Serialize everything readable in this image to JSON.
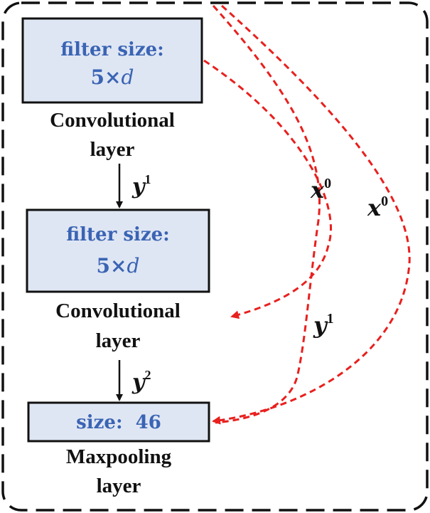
{
  "blocks": {
    "conv1": {
      "label": "filter size:",
      "value": "5×",
      "value_var": "d",
      "caption_line1": "Convolutional",
      "caption_line2": "layer"
    },
    "conv2": {
      "label": "filter size:",
      "value": "5×",
      "value_var": "d",
      "caption_line1": "Convolutional",
      "caption_line2": "layer"
    },
    "pool": {
      "label": "size:  46",
      "caption_line1": "Maxpooling",
      "caption_line2": "layer"
    }
  },
  "arrows": {
    "y1": {
      "base": "y",
      "sup": "1"
    },
    "y2": {
      "base": "y",
      "sup": "2"
    }
  },
  "skip_connections": {
    "x0_a": {
      "base": "x",
      "sup": "0"
    },
    "x0_b": {
      "base": "x",
      "sup": "0"
    },
    "y1": {
      "base": "y",
      "sup": "1"
    }
  },
  "colors": {
    "box_fill": "#dfe6f3",
    "box_stroke": "#111111",
    "box_text": "#3a64b4",
    "skip_arrow": "#e8201e",
    "frame": "#111111"
  }
}
